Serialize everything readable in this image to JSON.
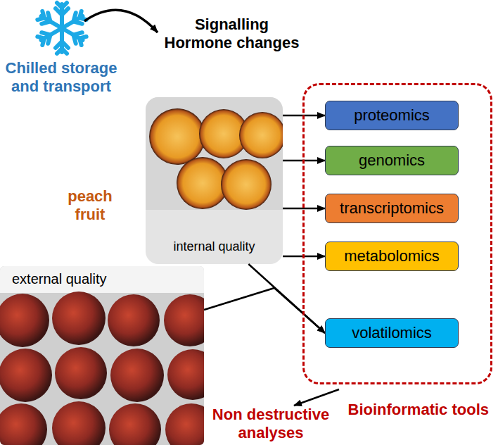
{
  "diagram": {
    "nodes": [
      {
        "text": [
          "internal quality"
        ]
      },
      {
        "text": [
          "Bioinformatic tools"
        ]
      },
      {
        "text": [
          "proteomics"
        ],
        "in": 1
      },
      {
        "text": [
          "genomics"
        ],
        "in": 1
      },
      {
        "text": [
          "transcriptomics"
        ],
        "in": 1
      },
      {
        "text": [
          "metabolomics"
        ],
        "in": 1
      },
      {
        "text": [
          "volatilomics"
        ],
        "in": 1
      },
      {
        "text": [
          "external quality"
        ]
      }
    ],
    "edges": [
      {
        "from": 0,
        "to": 2,
        "arrow": "to"
      },
      {
        "from": 0,
        "to": 3,
        "arrow": "to"
      },
      {
        "from": 0,
        "to": 4,
        "arrow": "to"
      },
      {
        "from": 0,
        "to": 5,
        "arrow": "to"
      },
      {
        "from": 0,
        "to": 6,
        "arrow": "to"
      },
      {
        "from": 7,
        "to": 6,
        "arrow": "to"
      }
    ],
    "labels": [
      "Chilled storage and transport",
      "Signalling Hormone changes",
      "peach fruit",
      "Non destructive analyses"
    ]
  }
}
